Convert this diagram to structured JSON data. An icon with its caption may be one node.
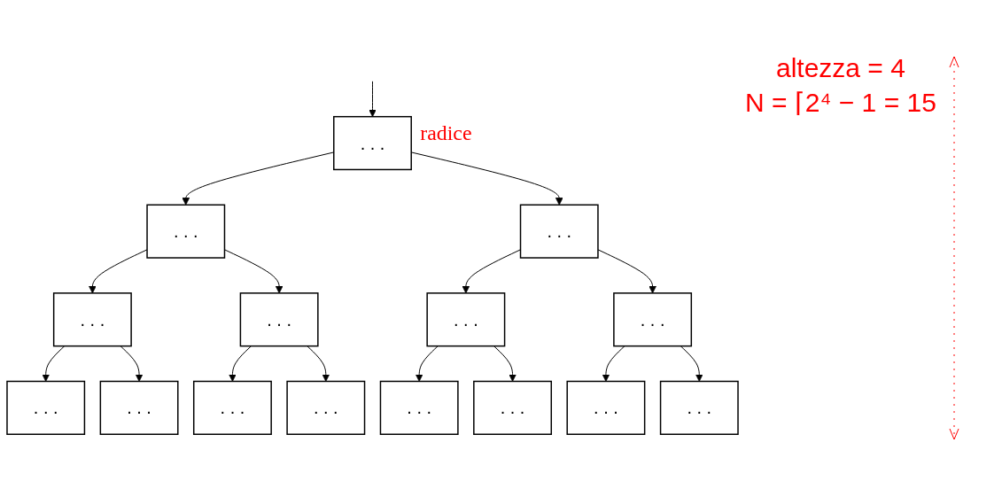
{
  "diagram": {
    "nodes": [
      {
        "text": [
          ". . ."
        ],
        "beside": [
          "radice"
        ]
      },
      {
        "text": [
          ". . ."
        ]
      },
      {
        "text": [
          ". . ."
        ]
      },
      {
        "text": [
          ". . ."
        ]
      },
      {
        "text": [
          ". . ."
        ]
      },
      {
        "text": [
          ". . ."
        ]
      },
      {
        "text": [
          ". . ."
        ]
      },
      {
        "text": [
          ". . ."
        ]
      },
      {
        "text": [
          ". . ."
        ]
      },
      {
        "text": [
          ". . ."
        ]
      },
      {
        "text": [
          ". . ."
        ]
      },
      {
        "text": [
          ". . ."
        ]
      },
      {
        "text": [
          ". . ."
        ]
      },
      {
        "text": [
          ". . ."
        ]
      },
      {
        "text": [
          ". . ."
        ]
      }
    ],
    "edges": [
      {
        "from": null,
        "to": 0,
        "arrow": "to"
      },
      {
        "from": 0,
        "to": 1,
        "arrow": "to"
      },
      {
        "from": 0,
        "to": 2,
        "arrow": "to"
      },
      {
        "from": 1,
        "to": 3,
        "arrow": "to"
      },
      {
        "from": 1,
        "to": 4,
        "arrow": "to"
      },
      {
        "from": 2,
        "to": 5,
        "arrow": "to"
      },
      {
        "from": 2,
        "to": 6,
        "arrow": "to"
      },
      {
        "from": 3,
        "to": 7,
        "arrow": "to"
      },
      {
        "from": 3,
        "to": 8,
        "arrow": "to"
      },
      {
        "from": 4,
        "to": 9,
        "arrow": "to"
      },
      {
        "from": 4,
        "to": 10,
        "arrow": "to"
      },
      {
        "from": 5,
        "to": 11,
        "arrow": "to"
      },
      {
        "from": 5,
        "to": 12,
        "arrow": "to"
      },
      {
        "from": 6,
        "to": 13,
        "arrow": "to"
      },
      {
        "from": 6,
        "to": 14,
        "arrow": "to"
      }
    ],
    "labels": [
      "altezza = 4",
      "N = ⌈2⁴ − 1 = 15"
    ]
  }
}
